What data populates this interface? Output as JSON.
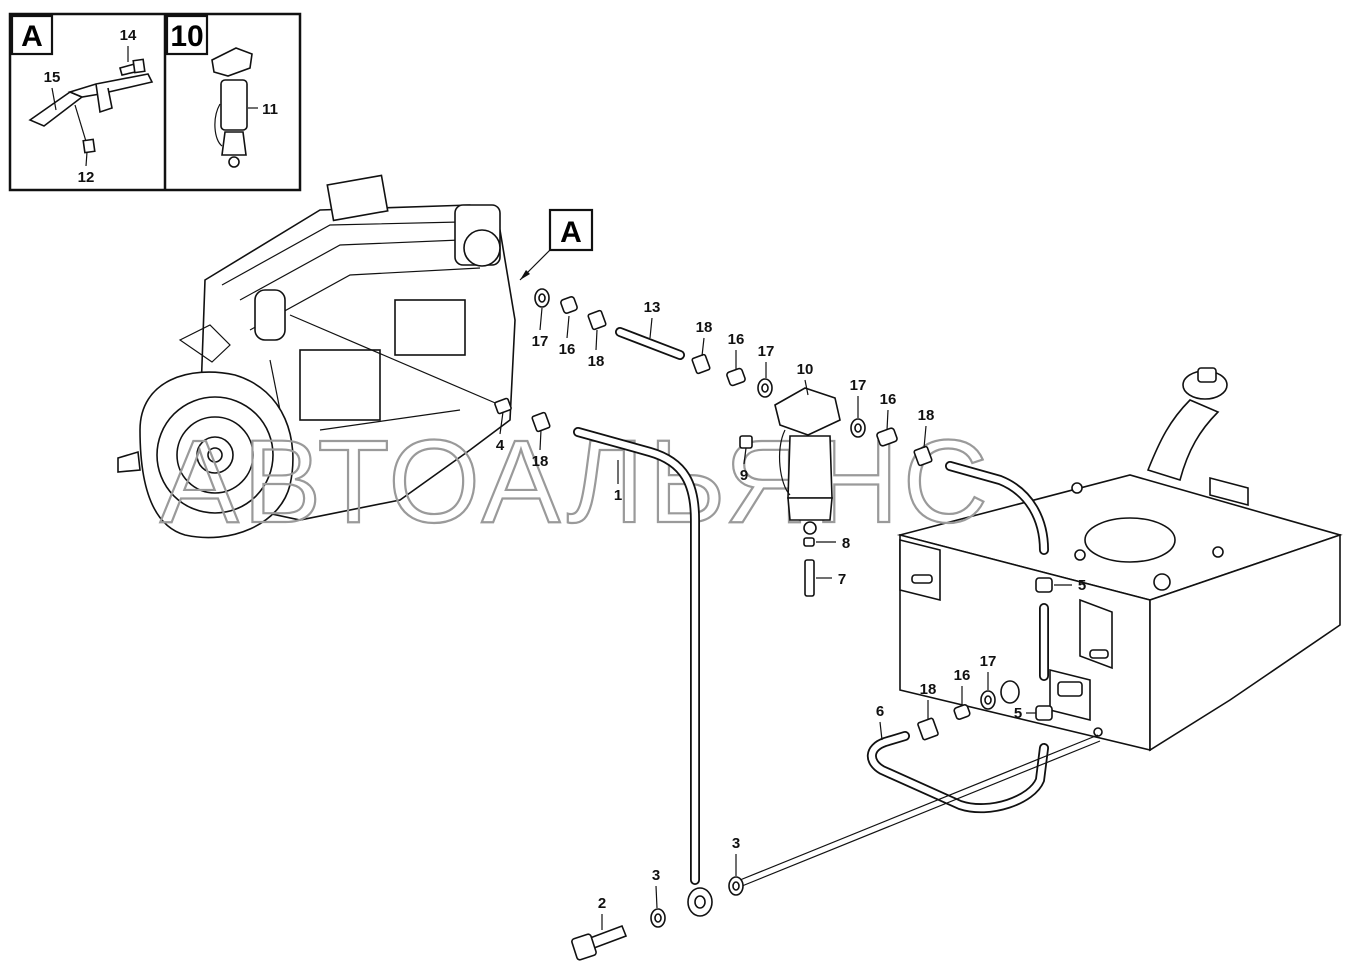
{
  "watermark": "АВТОАЛЬЯНС",
  "inset_a": {
    "tag": "A",
    "callouts": [
      "14",
      "15",
      "12"
    ]
  },
  "inset_10": {
    "tag": "10",
    "callouts": [
      "11"
    ]
  },
  "detail_flag": "A",
  "callouts": [
    {
      "id": "c17a",
      "text": "17"
    },
    {
      "id": "c16a",
      "text": "16"
    },
    {
      "id": "c18a",
      "text": "18"
    },
    {
      "id": "c13",
      "text": "13"
    },
    {
      "id": "c18b",
      "text": "18"
    },
    {
      "id": "c16b",
      "text": "16"
    },
    {
      "id": "c17b",
      "text": "17"
    },
    {
      "id": "c10",
      "text": "10"
    },
    {
      "id": "c17c",
      "text": "17"
    },
    {
      "id": "c16c",
      "text": "16"
    },
    {
      "id": "c18c",
      "text": "18"
    },
    {
      "id": "c4",
      "text": "4"
    },
    {
      "id": "c18d",
      "text": "18"
    },
    {
      "id": "c1",
      "text": "1"
    },
    {
      "id": "c9",
      "text": "9"
    },
    {
      "id": "c8",
      "text": "8"
    },
    {
      "id": "c7",
      "text": "7"
    },
    {
      "id": "c5a",
      "text": "5"
    },
    {
      "id": "c5b",
      "text": "5"
    },
    {
      "id": "c6",
      "text": "6"
    },
    {
      "id": "c18e",
      "text": "18"
    },
    {
      "id": "c16d",
      "text": "16"
    },
    {
      "id": "c17d",
      "text": "17"
    },
    {
      "id": "c3a",
      "text": "3"
    },
    {
      "id": "c3b",
      "text": "3"
    },
    {
      "id": "c2",
      "text": "2"
    }
  ]
}
